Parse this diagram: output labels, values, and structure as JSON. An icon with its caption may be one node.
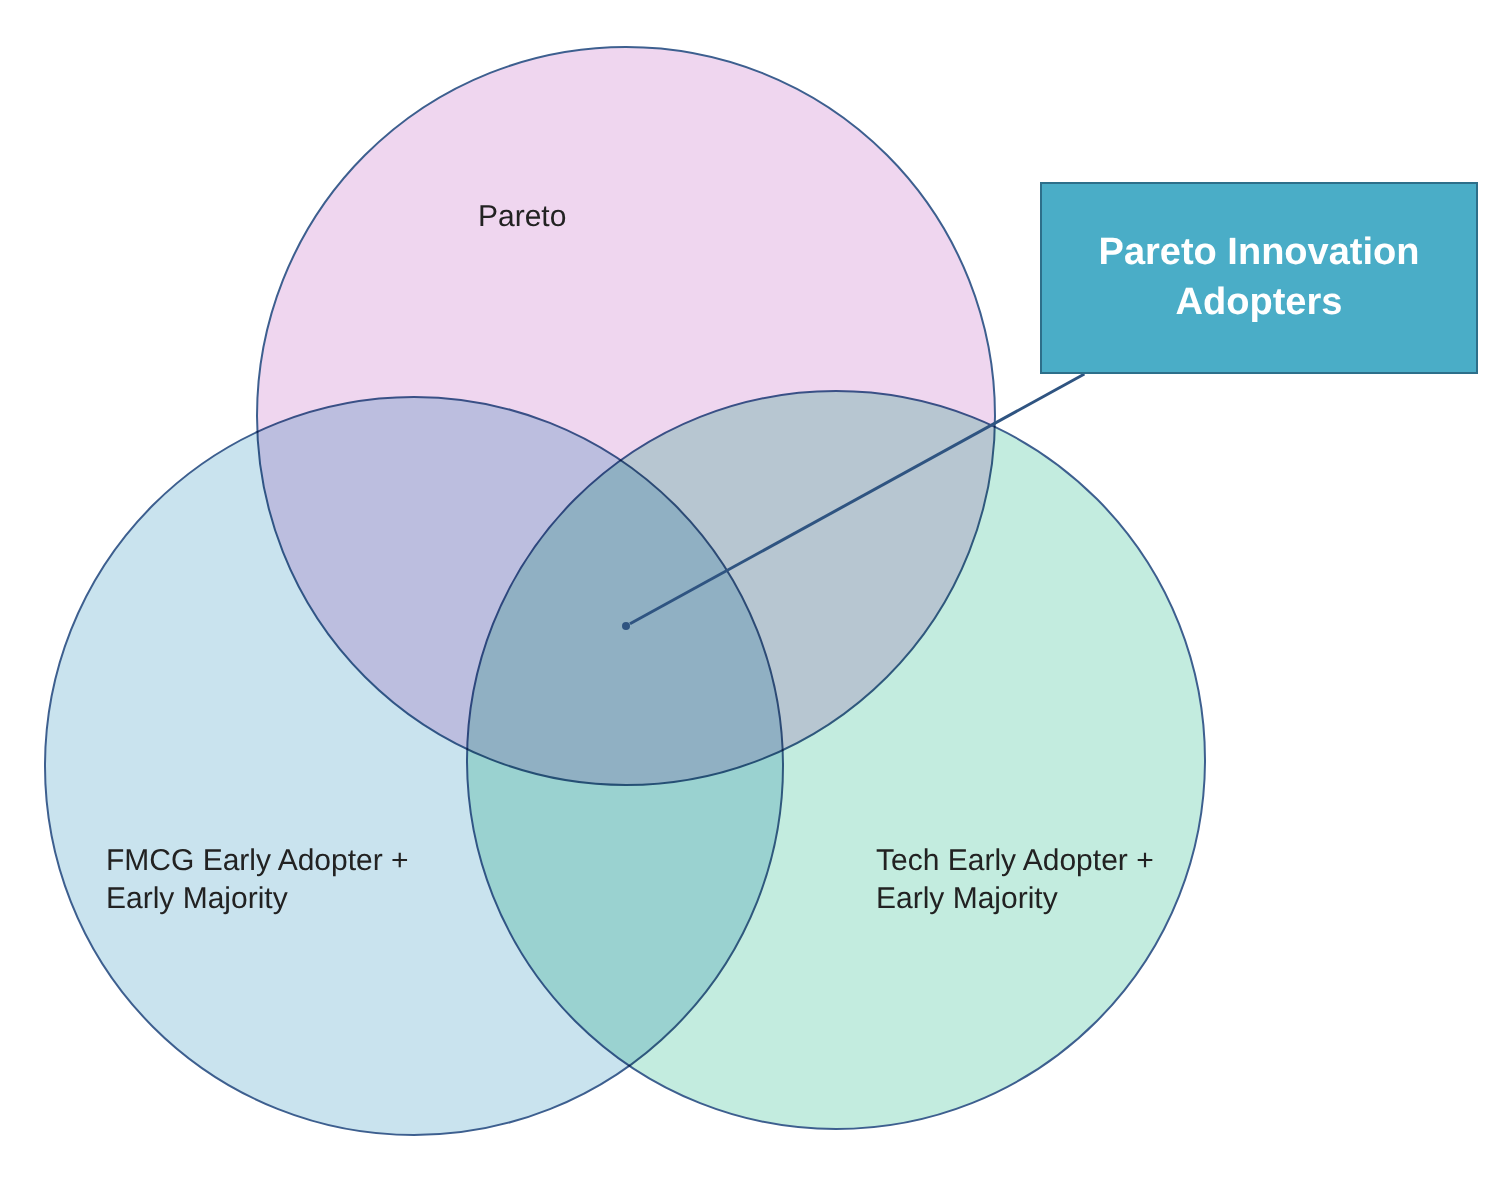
{
  "diagram": {
    "nodes": [
      {
        "text": [
          "Pareto"
        ]
      },
      {
        "text": [
          "FMCG Early Adopter + Early Majority"
        ]
      },
      {
        "text": [
          "Tech Early Adopter + Early Majority"
        ]
      },
      {
        "text": [
          "Pareto Innovation Adopters"
        ]
      },
      {
        "text": [],
        "shape": "dot"
      }
    ],
    "edges": [
      {
        "from": 3,
        "to": 4,
        "arrow": "none"
      }
    ]
  }
}
